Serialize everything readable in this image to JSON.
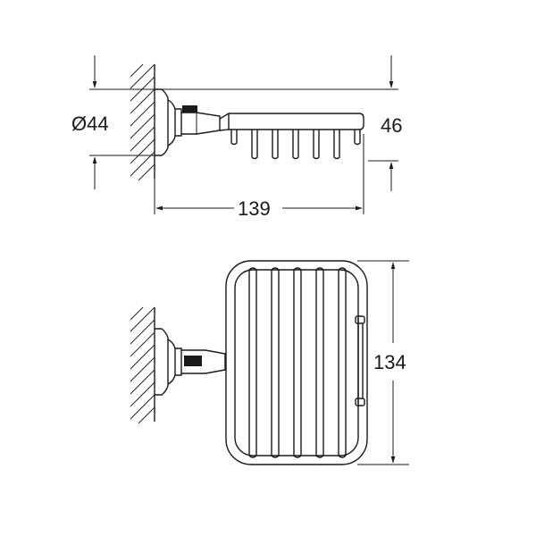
{
  "drawing": {
    "side_view": {
      "diameter_label": "Ø44",
      "height_label": "46",
      "length_label": "139"
    },
    "front_view": {
      "width_label": "134"
    },
    "colors": {
      "ink": "#1a1a1a",
      "background": "#ffffff"
    }
  }
}
